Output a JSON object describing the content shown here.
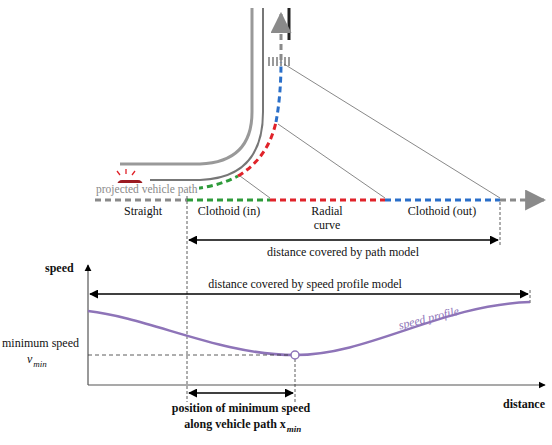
{
  "diagram": {
    "labels": [
      "projected vehicle path",
      "Straight",
      "Clothoid (in)",
      "Radial curve",
      "Clothoid (out)",
      "distance covered by path model",
      "speed",
      "distance covered by speed profile model",
      "speed profile",
      "minimum speed",
      "v",
      "min",
      "distance",
      "position of minimum speed",
      "along vehicle path x",
      "min"
    ]
  }
}
